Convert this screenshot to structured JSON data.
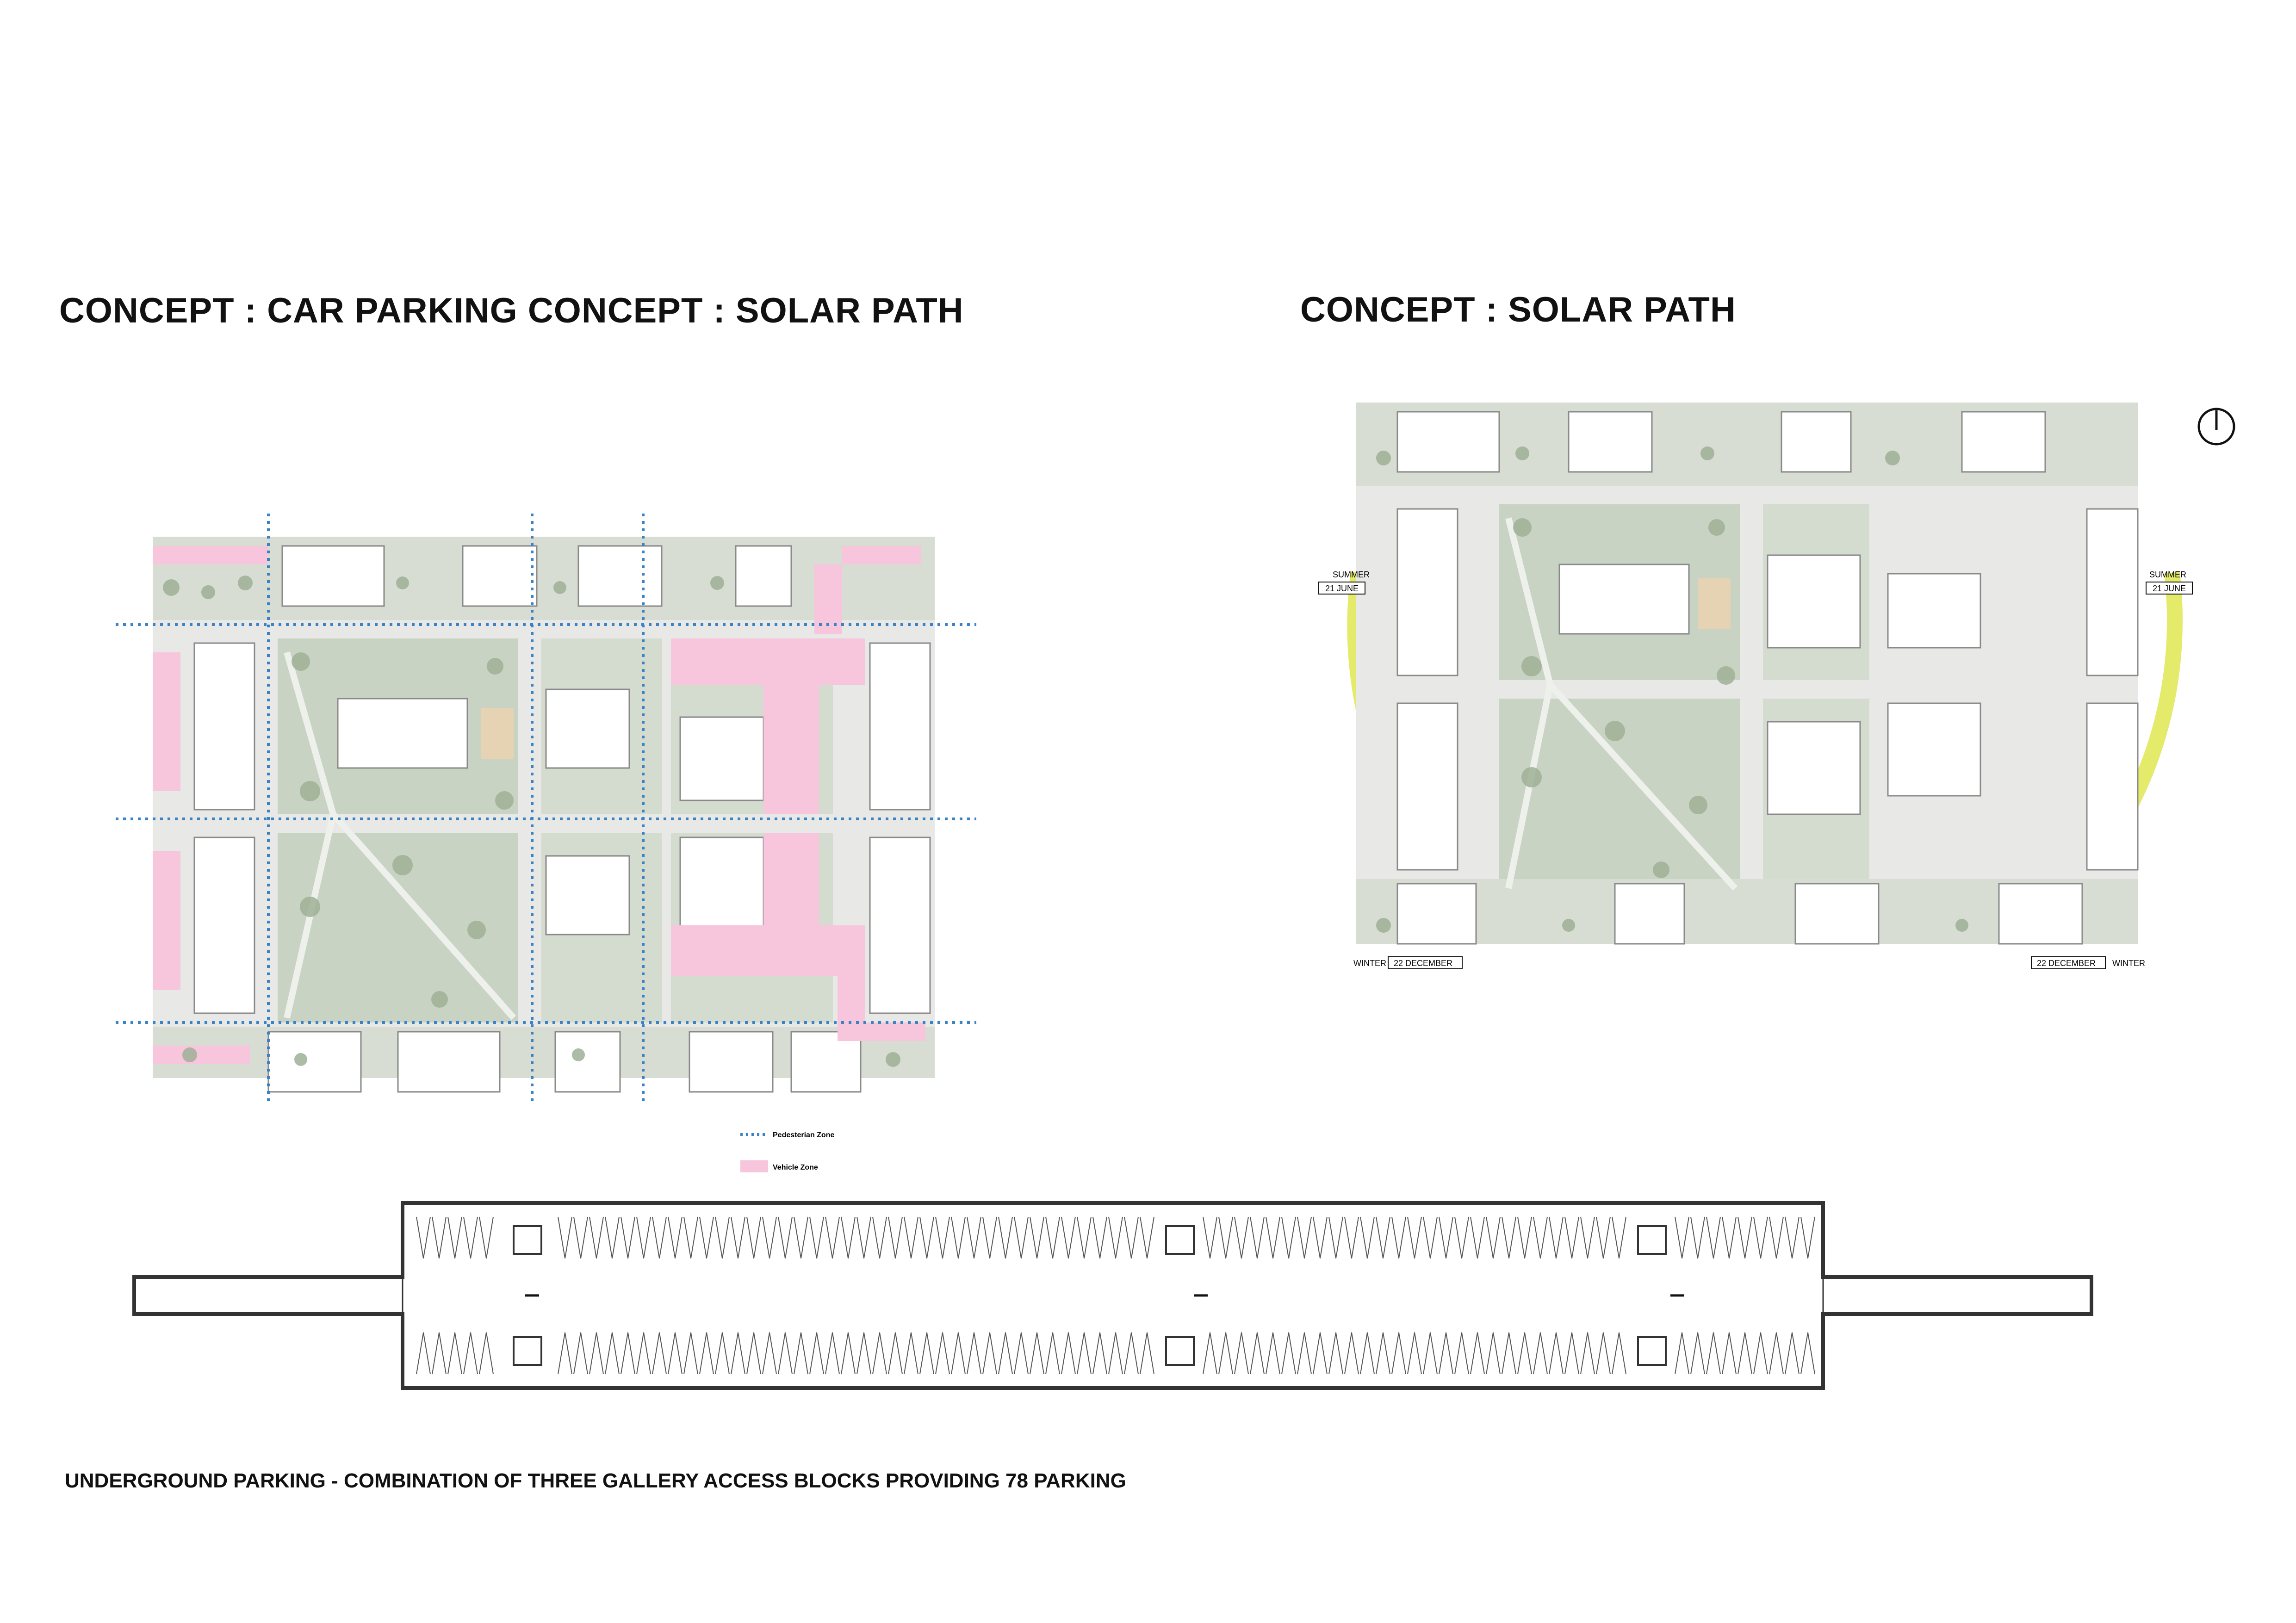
{
  "titles": {
    "left": "CONCEPT : CAR PARKING CONCEPT : SOLAR PATH",
    "right": "CONCEPT : SOLAR PATH"
  },
  "legend": {
    "pedestrian": "Pedesterian Zone",
    "vehicle": "Vehicle Zone"
  },
  "solar": {
    "summer_left": "SUMMER",
    "summer_left_date": "21 JUNE",
    "summer_right": "SUMMER",
    "summer_right_date": "21 JUNE",
    "winter_left": "WINTER",
    "winter_left_date": "22 DECEMBER",
    "winter_right": "WINTER",
    "winter_right_date": "22 DECEMBER"
  },
  "caption": "UNDERGROUND PARKING - COMBINATION OF THREE GALLERY ACCESS BLOCKS PROVIDING 78 PARKING",
  "colors": {
    "green": "#c9d3c3",
    "tree": "#9fb096",
    "road": "#e8e9e6",
    "building": "#ffffff",
    "vehicle_zone": "#f7c6dc",
    "pedestrian_line": "#3b82c4",
    "summer_arc": "#e4ea6a",
    "winter_arc": "#bfe3f2",
    "sand": "#e6d3b3"
  }
}
